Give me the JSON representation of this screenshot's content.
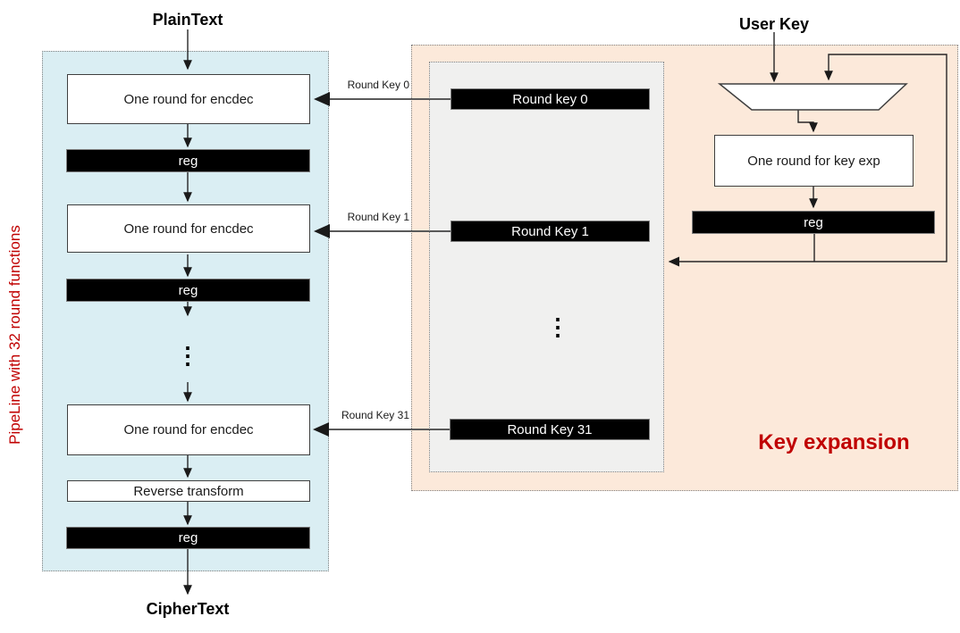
{
  "colors": {
    "pipeline-region-bg": "#daeef3",
    "keyexp-region-bg": "#fce9da",
    "keys-region-bg": "#f0f0ef",
    "accent-red": "#c00000",
    "bar-bg": "#000000",
    "bar-text": "#ffffff"
  },
  "pipeline": {
    "region_label": "PipeLine with 32 round functions",
    "input_label": "PlainText",
    "output_label": "CipherText",
    "rounds": [
      "One round for encdec",
      "One round for encdec",
      "One round for encdec"
    ],
    "reg_labels": [
      "reg",
      "reg",
      "reg"
    ],
    "reverse_label": "Reverse transform",
    "ellipsis": "⋮"
  },
  "round_key_store": {
    "bars": [
      "Round key 0",
      "Round Key 1",
      "Round Key 31"
    ],
    "ellipsis": "⋮"
  },
  "connector_labels": [
    "Round Key 0",
    "Round Key 1",
    "Round Key 31"
  ],
  "key_expansion": {
    "region_label": "Key expansion",
    "input_label": "User Key",
    "round_label": "One round for key exp",
    "reg_label": "reg",
    "mux_icon": "mux-trapezoid"
  }
}
